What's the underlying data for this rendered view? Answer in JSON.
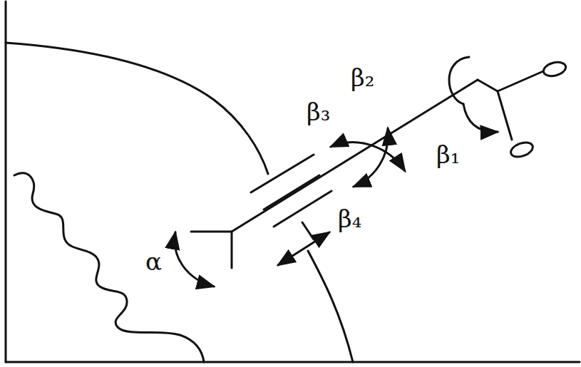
{
  "diagram": {
    "labels": [
      "β₂",
      "β₃",
      "β₁",
      "β₄",
      "α"
    ]
  }
}
